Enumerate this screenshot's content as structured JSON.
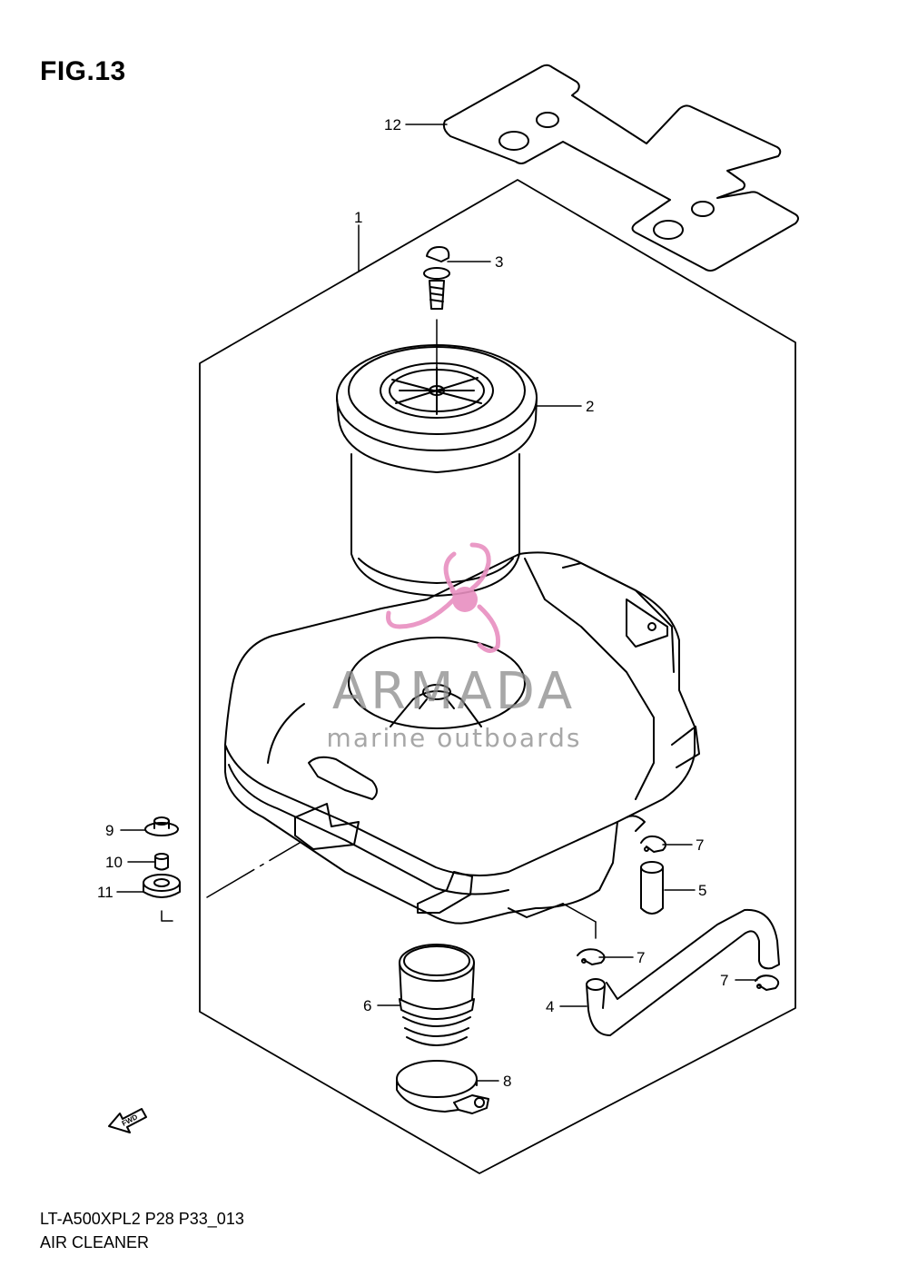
{
  "figure": {
    "title": "FIG.13",
    "model_code": "LT-A500XPL2 P28 P33_013",
    "section_name": "AIR CLEANER"
  },
  "callouts": [
    {
      "id": "12",
      "label": "12"
    },
    {
      "id": "1",
      "label": "1"
    },
    {
      "id": "3",
      "label": "3"
    },
    {
      "id": "2",
      "label": "2"
    },
    {
      "id": "9",
      "label": "9"
    },
    {
      "id": "10",
      "label": "10"
    },
    {
      "id": "11",
      "label": "11"
    },
    {
      "id": "7a",
      "label": "7"
    },
    {
      "id": "5",
      "label": "5"
    },
    {
      "id": "7b",
      "label": "7"
    },
    {
      "id": "7c",
      "label": "7"
    },
    {
      "id": "6",
      "label": "6"
    },
    {
      "id": "4",
      "label": "4"
    },
    {
      "id": "8",
      "label": "8"
    }
  ],
  "fwd_arrow": {
    "label": "FWD",
    "icon": "fwd-arrow-icon"
  },
  "watermark": {
    "brand": "ARMADA",
    "tagline": "marine outboards",
    "icon": "propeller-logo-icon",
    "color": "#e88fc0"
  }
}
